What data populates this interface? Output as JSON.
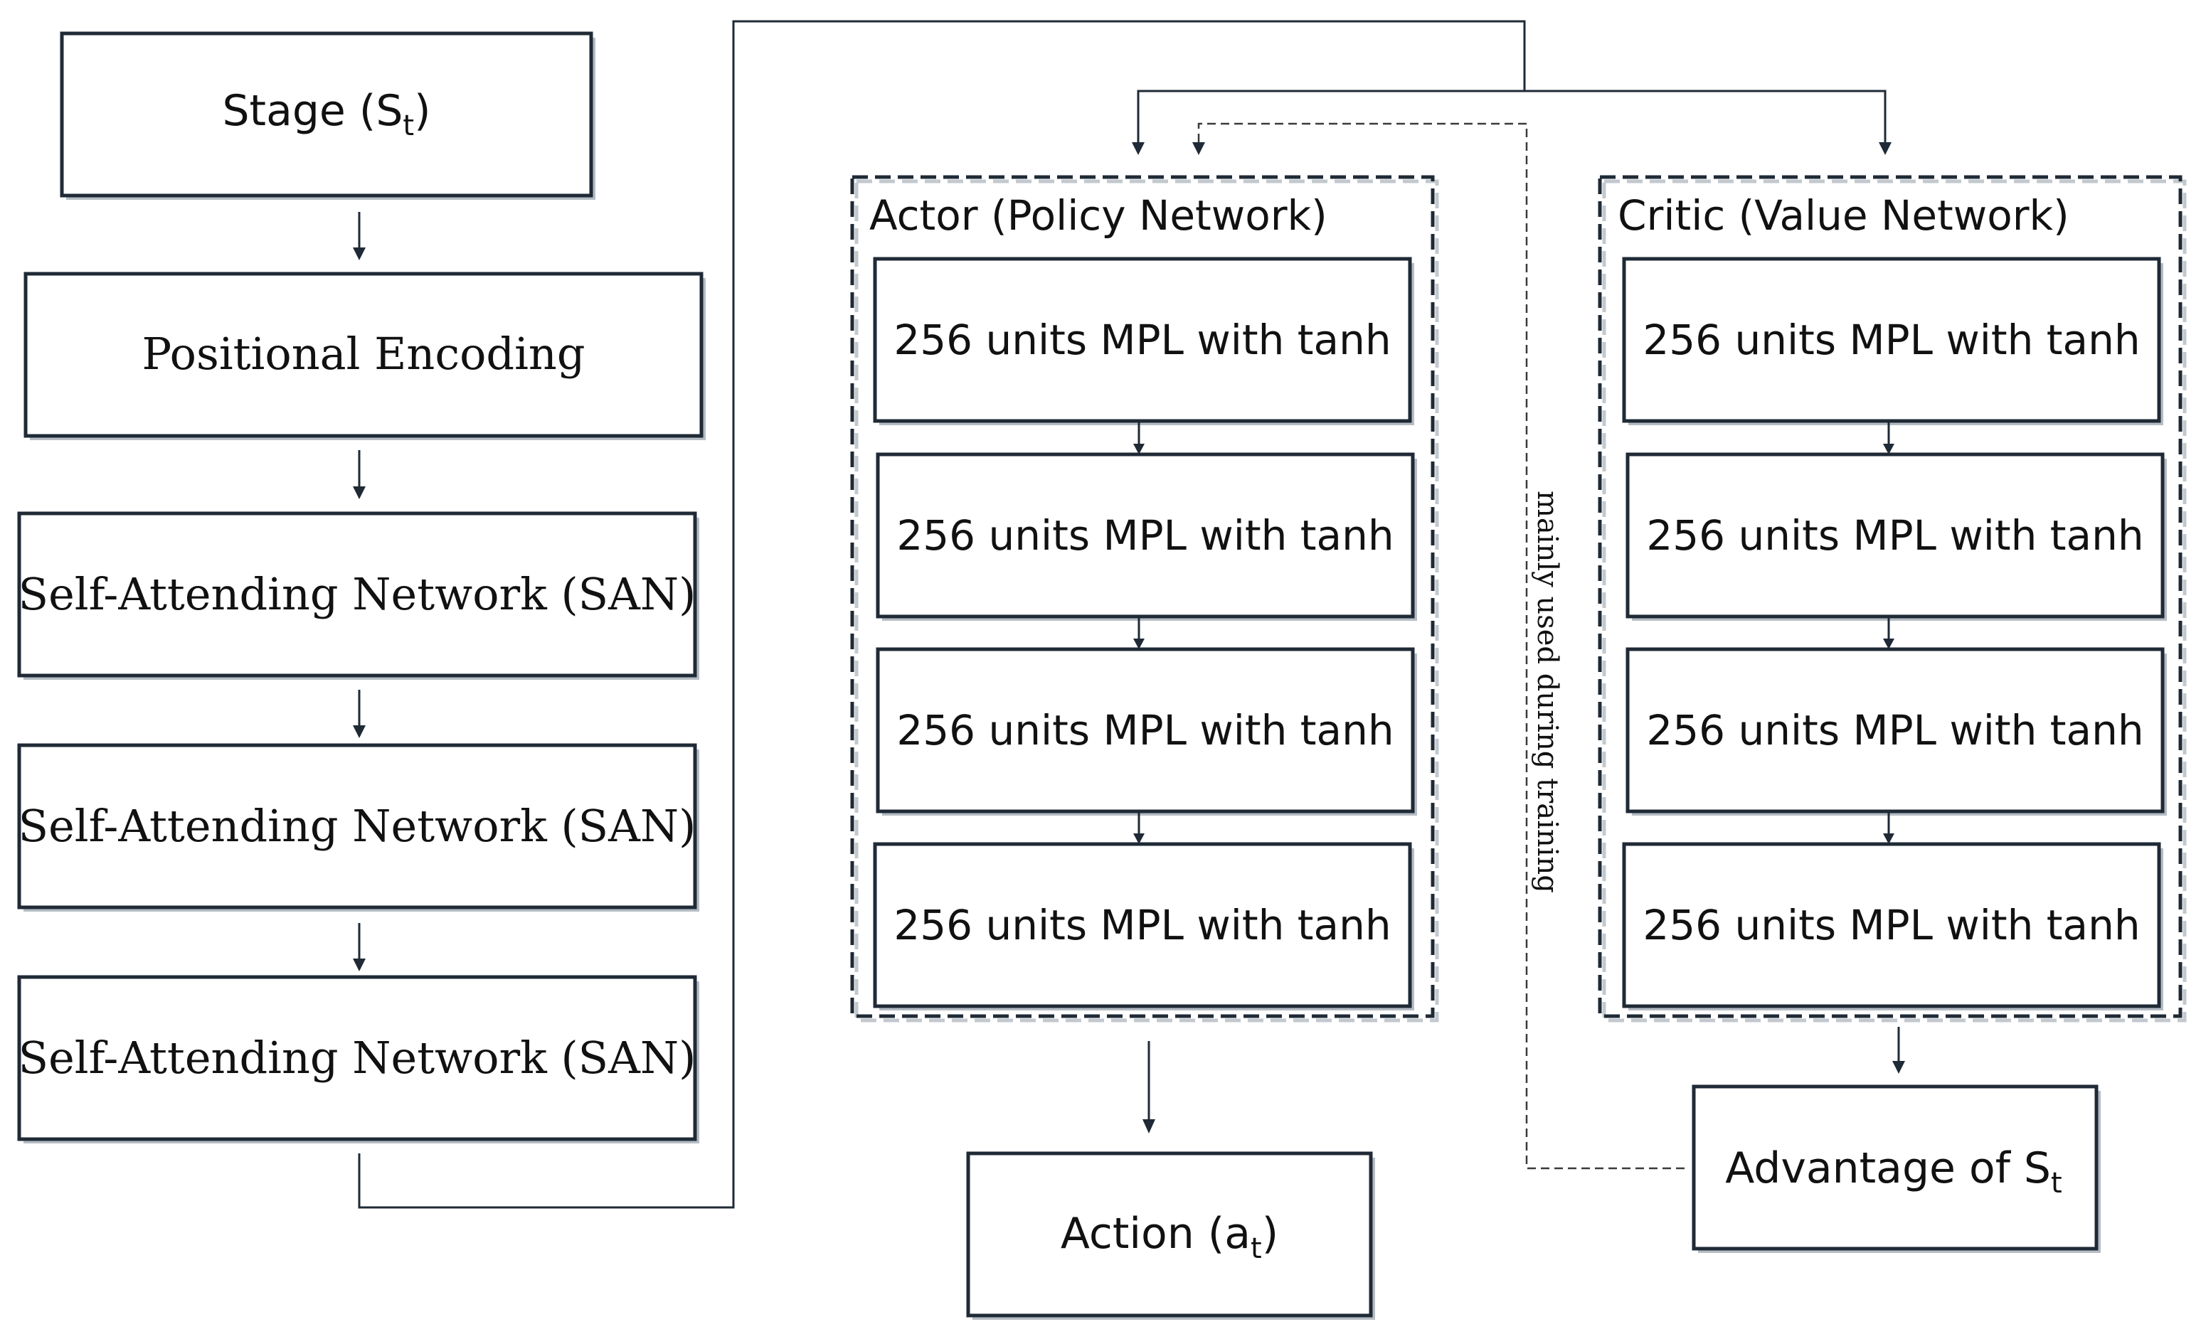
{
  "encoder": {
    "stage_label": "Stage (S",
    "stage_sub": "t",
    "stage_close": ")",
    "positional_label": "Positional Encoding",
    "san_labels": [
      "Self-Attending Network (SAN)",
      "Self-Attending Network (SAN)",
      "Self-Attending Network (SAN)"
    ]
  },
  "actor": {
    "title": "Actor (Policy Network)",
    "layers": [
      "256 units MPL with tanh",
      "256 units MPL with tanh",
      "256 units MPL with tanh",
      "256 units MPL with tanh"
    ]
  },
  "critic": {
    "title": "Critic (Value Network)",
    "layers": [
      "256 units MPL with tanh",
      "256 units MPL with tanh",
      "256 units MPL with tanh",
      "256 units MPL with tanh"
    ]
  },
  "outputs": {
    "action_label": "Action (a",
    "action_sub": "t",
    "action_close": ")",
    "advantage_label": "Advantage of S",
    "advantage_sub": "t"
  },
  "training_note": "mainly used during training"
}
